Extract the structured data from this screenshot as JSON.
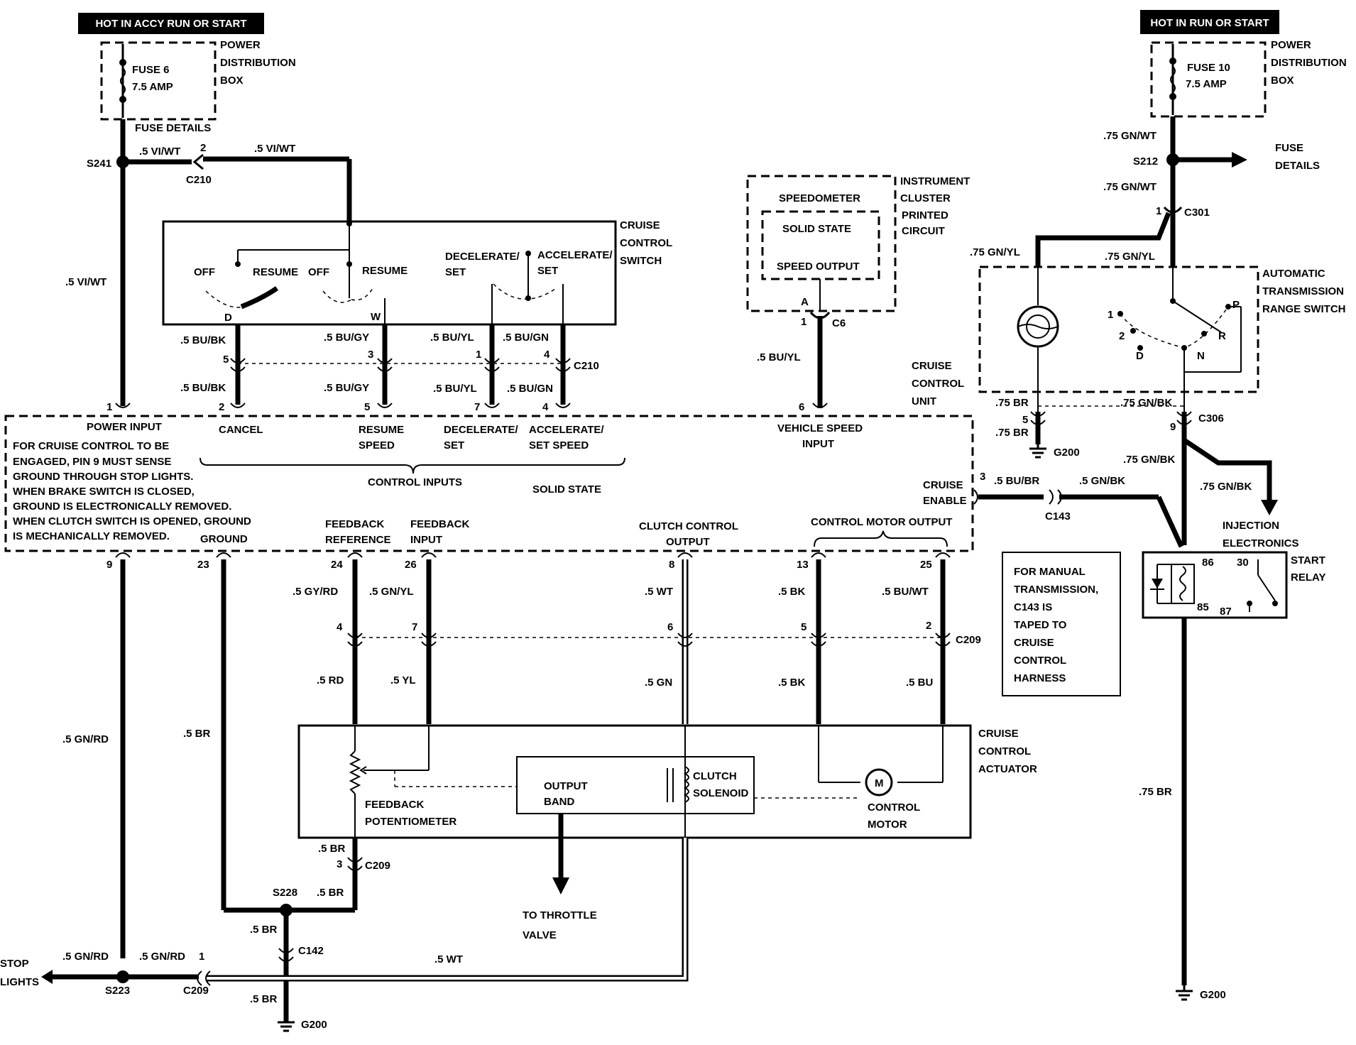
{
  "headers": {
    "left_hot": "HOT IN ACCY RUN OR START",
    "right_hot": "HOT IN RUN OR START"
  },
  "power_box_left": {
    "title_lines": [
      "POWER",
      "DISTRIBUTION",
      "BOX"
    ],
    "fuse": "FUSE 6",
    "amp": "7.5 AMP",
    "details": "FUSE DETAILS"
  },
  "power_box_right": {
    "title_lines": [
      "POWER",
      "DISTRIBUTION",
      "BOX"
    ],
    "fuse": "FUSE 10",
    "amp": "7.5 AMP",
    "details_lines": [
      "FUSE",
      "DETAILS"
    ]
  },
  "splices": {
    "s241": "S241",
    "s212": "S212",
    "s228": "S228",
    "s223": "S223"
  },
  "connectors": {
    "c210": "C210",
    "c301": "C301",
    "c6": "C6",
    "c306": "C306",
    "c143": "C143",
    "c209": "C209",
    "c142": "C142"
  },
  "grounds": {
    "g200": "G200"
  },
  "cruise_switch": {
    "title_lines": [
      "CRUISE",
      "CONTROL",
      "SWITCH"
    ],
    "off1": "OFF",
    "resume1": "RESUME",
    "off2": "OFF",
    "resume2": "RESUME",
    "decel_lines": [
      "DECELERATE/",
      "SET"
    ],
    "accel_lines": [
      "ACCELERATE/",
      "SET"
    ],
    "d": "D",
    "w": "W"
  },
  "instrument": {
    "title_lines": [
      "INSTRUMENT",
      "CLUSTER"
    ],
    "pc_lines": [
      "PRINTED",
      "CIRCUIT"
    ],
    "speedometer": "SPEEDOMETER",
    "solid_state": "SOLID STATE",
    "speed_output": "SPEED OUTPUT",
    "pin_a": "A"
  },
  "trans_switch": {
    "title_lines": [
      "AUTOMATIC",
      "TRANSMISSION",
      "RANGE SWITCH"
    ],
    "p1": "1",
    "p2": "2",
    "d": "D",
    "n": "N",
    "r": "R",
    "p": "P"
  },
  "cruise_unit": {
    "title_lines": [
      "CRUISE",
      "CONTROL",
      "UNIT"
    ],
    "power_input": "POWER INPUT",
    "cancel": "CANCEL",
    "resume_lines": [
      "RESUME",
      "SPEED"
    ],
    "decel_lines": [
      "DECELERATE/",
      "SET"
    ],
    "accel_lines": [
      "ACCELERATE/",
      "SET SPEED"
    ],
    "vehicle_speed_lines": [
      "VEHICLE SPEED",
      "INPUT"
    ],
    "note_lines": [
      "FOR CRUISE CONTROL TO BE",
      "ENGAGED, PIN 9 MUST SENSE",
      "GROUND THROUGH STOP LIGHTS.",
      "WHEN BRAKE SWITCH IS CLOSED,",
      "GROUND IS ELECTRONICALLY REMOVED.",
      "WHEN CLUTCH SWITCH IS OPENED, GROUND",
      "IS MECHANICALLY REMOVED."
    ],
    "control_inputs": "CONTROL INPUTS",
    "solid_state": "SOLID STATE",
    "cruise_enable_lines": [
      "CRUISE",
      "ENABLE"
    ],
    "ground": "GROUND",
    "feedback_ref_lines": [
      "FEEDBACK",
      "REFERENCE"
    ],
    "feedback_in_lines": [
      "FEEDBACK",
      "INPUT"
    ],
    "clutch_out_lines": [
      "CLUTCH CONTROL",
      "OUTPUT"
    ],
    "motor_out": "CONTROL MOTOR OUTPUT"
  },
  "actuator": {
    "title_lines": [
      "CRUISE",
      "CONTROL",
      "ACTUATOR"
    ],
    "feedback_lines": [
      "FEEDBACK",
      "POTENTIOMETER"
    ],
    "output_band_lines": [
      "OUTPUT",
      "BAND"
    ],
    "clutch_lines": [
      "CLUTCH",
      "SOLENOID"
    ],
    "motor_lines": [
      "CONTROL",
      "MOTOR"
    ],
    "m": "M",
    "throttle_lines": [
      "TO THROTTLE",
      "VALVE"
    ]
  },
  "relay": {
    "injection_lines": [
      "INJECTION",
      "ELECTRONICS"
    ],
    "start_lines": [
      "START",
      "RELAY"
    ],
    "p86": "86",
    "p30": "30",
    "p85": "85",
    "p87": "87"
  },
  "manual_note_lines": [
    "FOR MANUAL",
    "TRANSMISSION,",
    "C143 IS",
    "TAPED TO",
    "CRUISE",
    "CONTROL",
    "HARNESS"
  ],
  "stop_lights_lines": [
    "STOP",
    "LIGHTS"
  ],
  "wires": {
    "vi_wt_top1": ".5 VI/WT",
    "vi_wt_top2": ".5 VI/WT",
    "vi_wt_side": ".5 VI/WT",
    "bu_bk_a": ".5 BU/BK",
    "bu_gy_a": ".5 BU/GY",
    "bu_yl_a": ".5 BU/YL",
    "bu_gn_a": ".5 BU/GN",
    "bu_bk_b": ".5 BU/BK",
    "bu_gy_b": ".5 BU/GY",
    "bu_yl_b": ".5 BU/YL",
    "bu_gn_b": ".5 BU/GN",
    "bu_yl_c6": ".5 BU/YL",
    "gn_wt_a": ".75 GN/WT",
    "gn_wt_b": ".75 GN/WT",
    "gn_yl_a": ".75 GN/YL",
    "gn_yl_b": ".75 GN/YL",
    "br_a": ".75 BR",
    "gn_bk_a": ".75 GN/BK",
    "br_b": ".75 BR",
    "gn_bk_b": ".75 GN/BK",
    "gn_bk_c": ".75 GN/BK",
    "bu_br": ".5 BU/BR",
    "gn_bk_d": ".5 GN/BK",
    "br_right": ".75 BR",
    "gy_rd": ".5 GY/RD",
    "gn_yl": ".5 GN/YL",
    "wt": ".5 WT",
    "bk1": ".5 BK",
    "bu_wt": ".5 BU/WT",
    "rd": ".5 RD",
    "yl": ".5 YL",
    "gn": ".5 GN",
    "bk2": ".5 BK",
    "bu": ".5 BU",
    "gn_rd_side": ".5 GN/RD",
    "br_side": ".5 BR",
    "br_c209": ".5 BR",
    "br_s228": ".5 BR",
    "br_c142a": ".5 BR",
    "br_c142b": ".5 BR",
    "gn_rd_a": ".5 GN/RD",
    "gn_rd_b": ".5 GN/RD",
    "wt_bottom": ".5 WT"
  },
  "pins": {
    "c210_2": "2",
    "c210_5": "5",
    "c210_3": "3",
    "c210_1": "1",
    "c210_4": "4",
    "u1": "1",
    "u2": "2",
    "u5": "5",
    "u7": "7",
    "u4": "4",
    "u6": "6",
    "u3": "3",
    "u9": "9",
    "u23": "23",
    "u24": "24",
    "u26": "26",
    "u8": "8",
    "u13": "13",
    "u25": "25",
    "c209_4": "4",
    "c209_7": "7",
    "c209_6": "6",
    "c209_5": "5",
    "c209_2": "2",
    "c209_3": "3",
    "c209_1": "1",
    "c6_1": "1",
    "c301_1": "1",
    "c306_5": "5",
    "c306_9": "9"
  }
}
